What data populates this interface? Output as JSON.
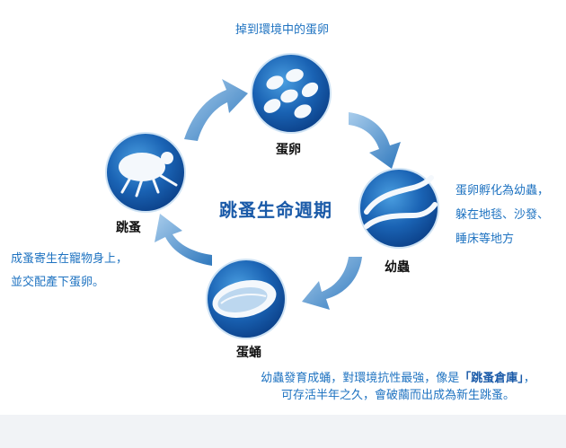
{
  "diagram": {
    "title": "跳蚤生命週期",
    "stages": {
      "egg": {
        "label": "蛋卵",
        "caption": "掉到環境中的蛋卵",
        "icon": "eggs-icon"
      },
      "larva": {
        "label": "幼蟲",
        "caption_lines": [
          "蛋卵孵化為幼蟲，",
          "躲在地毯、沙發、",
          "睡床等地方"
        ],
        "icon": "larvae-icon"
      },
      "pupa": {
        "label": "蛋蛹",
        "caption_line1_pre": "幼蟲發育成蛹，對環境抗性最強，像是",
        "caption_line1_highlight": "「跳蚤倉庫」",
        "caption_line1_post": "，",
        "caption_line2": "可存活半年之久，會破繭而出成為新生跳蚤。",
        "icon": "cocoon-icon"
      },
      "adult": {
        "label": "跳蚤",
        "caption_lines": [
          "成蚤寄生在寵物身上，",
          "並交配產下蛋卵。"
        ],
        "icon": "flea-icon"
      }
    },
    "colors": {
      "circle_dark": "#0b3f87",
      "circle_light": "#3d8fd6",
      "arrow": "#3d86c6",
      "text_blue": "#1f73c1"
    }
  }
}
